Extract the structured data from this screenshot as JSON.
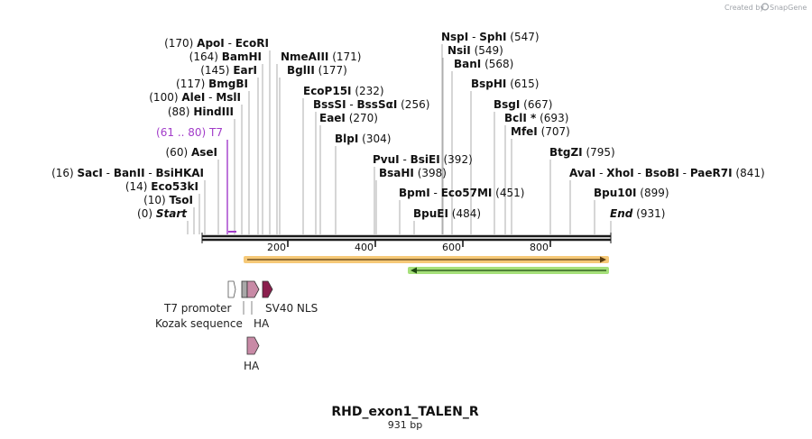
{
  "credit": {
    "prefix": "Created by",
    "brand": "SnapGene"
  },
  "map_title": "RHD_exon1_TALEN_R",
  "map_length": "931 bp",
  "ticks": [
    "200",
    "400",
    "600",
    "800"
  ],
  "sites": [
    {
      "pre": "(170)",
      "names": [
        "ApoI",
        "EcoRI"
      ],
      "post": ""
    },
    {
      "pre": "(164)",
      "names": [
        "BamHI"
      ],
      "post": ""
    },
    {
      "pre": "(145)",
      "names": [
        "EarI"
      ],
      "post": ""
    },
    {
      "pre": "(117)",
      "names": [
        "BmgBI"
      ],
      "post": ""
    },
    {
      "pre": "(100)",
      "names": [
        "AleI",
        "MslI"
      ],
      "post": ""
    },
    {
      "pre": "(88)",
      "names": [
        "HindIII"
      ],
      "post": ""
    },
    {
      "pre": "(61 .. 80)",
      "names": [
        "T7"
      ],
      "post": "",
      "purple": true
    },
    {
      "pre": "(60)",
      "names": [
        "AseI"
      ],
      "post": ""
    },
    {
      "pre": "(16)",
      "names": [
        "SacI",
        "BanII",
        "BsiHKAI"
      ],
      "post": ""
    },
    {
      "pre": "(14)",
      "names": [
        "Eco53kI"
      ],
      "post": ""
    },
    {
      "pre": "(10)",
      "names": [
        "TsoI"
      ],
      "post": ""
    },
    {
      "pre": "(0)",
      "names": [
        "Start"
      ],
      "post": "",
      "italic": true
    },
    {
      "pre": "",
      "names": [
        "NmeAIII"
      ],
      "post": "(171)"
    },
    {
      "pre": "",
      "names": [
        "BglII"
      ],
      "post": "(177)"
    },
    {
      "pre": "",
      "names": [
        "EcoP15I"
      ],
      "post": "(232)"
    },
    {
      "pre": "",
      "names": [
        "BssSI",
        "BssSαI"
      ],
      "post": "(256)"
    },
    {
      "pre": "",
      "names": [
        "EaeI"
      ],
      "post": "(270)"
    },
    {
      "pre": "",
      "names": [
        "BlpI"
      ],
      "post": "(304)"
    },
    {
      "pre": "",
      "names": [
        "PvuI",
        "BsiEI"
      ],
      "post": "(392)"
    },
    {
      "pre": "",
      "names": [
        "BsaHI"
      ],
      "post": "(398)"
    },
    {
      "pre": "",
      "names": [
        "BpmI",
        "Eco57MI"
      ],
      "post": "(451)"
    },
    {
      "pre": "",
      "names": [
        "BpuEI"
      ],
      "post": "(484)"
    },
    {
      "pre": "",
      "names": [
        "NspI",
        "SphI"
      ],
      "post": "(547)"
    },
    {
      "pre": "",
      "names": [
        "NsiI"
      ],
      "post": "(549)"
    },
    {
      "pre": "",
      "names": [
        "BanI"
      ],
      "post": "(568)"
    },
    {
      "pre": "",
      "names": [
        "BspHI"
      ],
      "post": "(615)"
    },
    {
      "pre": "",
      "names": [
        "BsgI"
      ],
      "post": "(667)"
    },
    {
      "pre": "",
      "names": [
        "BclI *"
      ],
      "post": "(693)"
    },
    {
      "pre": "",
      "names": [
        "MfeI"
      ],
      "post": "(707)"
    },
    {
      "pre": "",
      "names": [
        "BtgZI"
      ],
      "post": "(795)"
    },
    {
      "pre": "",
      "names": [
        "AvaI",
        "XhoI",
        "BsoBI",
        "PaeR7I"
      ],
      "post": "(841)"
    },
    {
      "pre": "",
      "names": [
        "Bpu10I"
      ],
      "post": "(899)"
    },
    {
      "pre": "",
      "names": [
        "End"
      ],
      "post": "(931)",
      "italic": true
    }
  ],
  "features": {
    "t7_promoter": "T7 promoter",
    "kozak": "Kozak sequence",
    "ha_1": "HA",
    "sv40_nls": "SV40 NLS",
    "ha_2": "HA"
  },
  "colors": {
    "backbone": "#1a1a1a",
    "orange_feature": "#f6c978",
    "green_feature": "#a6e07a",
    "ha_feature": "#c88aa6",
    "nls_feature": "#8a1f4d",
    "kozak_feature": "#a8a8a8",
    "t7_label": "#a23cc9"
  }
}
